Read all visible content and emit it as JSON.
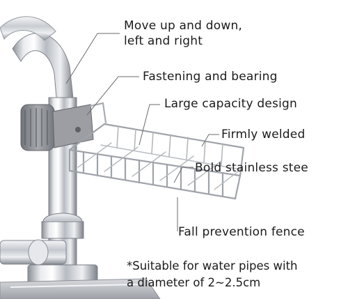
{
  "callouts": {
    "move": {
      "line1": "Move up and down,",
      "line2": "left and right"
    },
    "fastening": "Fastening and bearing",
    "capacity": "Large capacity design",
    "welded": "Firmly welded",
    "steel": "Bold stainless stee",
    "fence": "Fall prevention fence"
  },
  "note": {
    "line1": "*Suitable for water pipes with",
    "line2": "a diameter of 2~2.5cm"
  },
  "colors": {
    "background": "#ffffff",
    "chrome": "#c9ccd1",
    "clip": "#8e9096",
    "leader_line": "#6b6b6b",
    "text": "#1b1b1b"
  }
}
